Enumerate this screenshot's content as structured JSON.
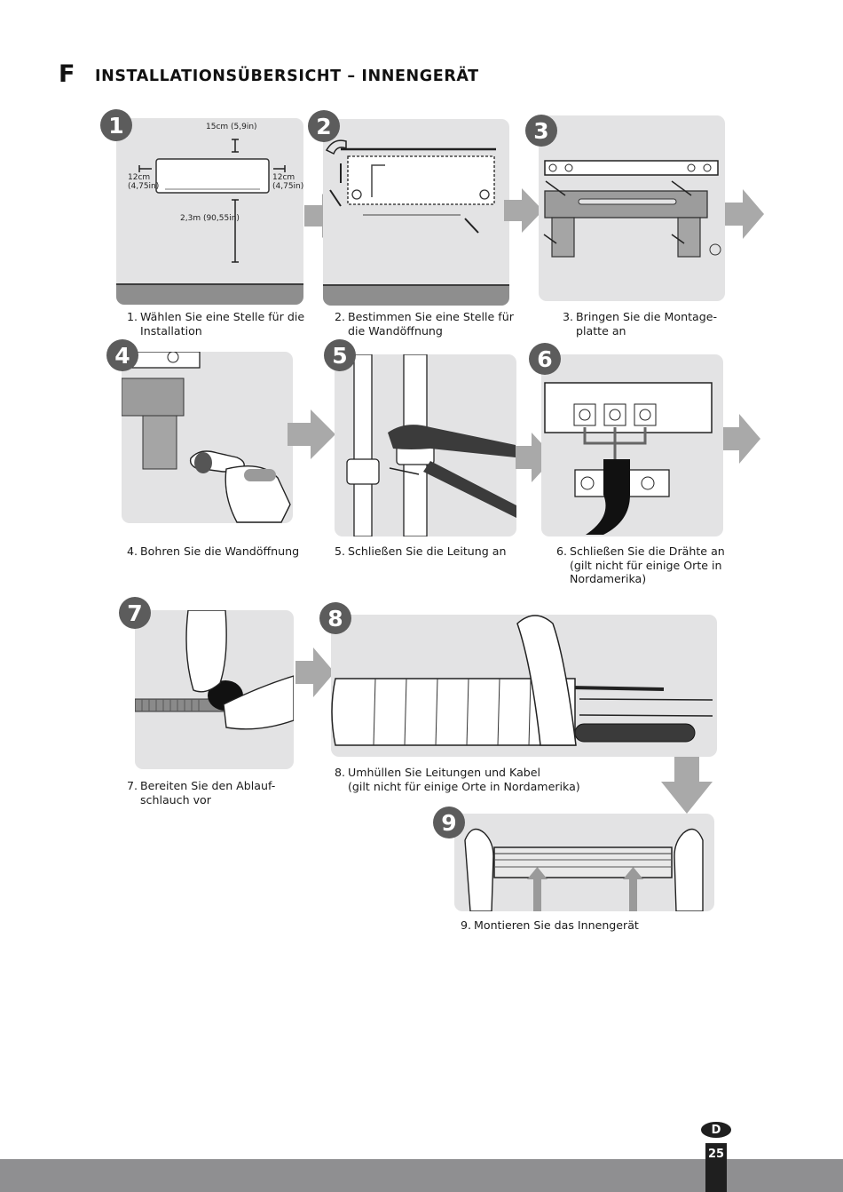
{
  "section": {
    "letter": "F",
    "title": "INSTALLATIONSÜBERSICHT – INNENGERÄT"
  },
  "steps": [
    {
      "badge": "1",
      "num": "1.",
      "line1": "Wählen Sie eine Stelle für die",
      "line2": "Installation"
    },
    {
      "badge": "2",
      "num": "2.",
      "line1": "Bestimmen Sie eine Stelle für",
      "line2": "die Wandöffnung"
    },
    {
      "badge": "3",
      "num": "3.",
      "line1": "Bringen Sie die Montage-",
      "line2": "platte an"
    },
    {
      "badge": "4",
      "num": "4.",
      "line1": "Bohren Sie die Wandöffnung",
      "line2": ""
    },
    {
      "badge": "5",
      "num": "5.",
      "line1": "Schließen Sie die Leitung an",
      "line2": ""
    },
    {
      "badge": "6",
      "num": "6.",
      "line1": "Schließen Sie die Drähte an",
      "line2": "(gilt nicht für einige Orte in",
      "line3": "Nordamerika)"
    },
    {
      "badge": "7",
      "num": "7.",
      "line1": "Bereiten Sie den Ablauf-",
      "line2": "schlauch vor"
    },
    {
      "badge": "8",
      "num": "8.",
      "line1": "Umhüllen Sie Leitungen und Kabel",
      "line2": "(gilt nicht für einige Orte in Nordamerika)"
    },
    {
      "badge": "9",
      "num": "9.",
      "line1": "Montieren Sie das Innengerät",
      "line2": ""
    }
  ],
  "measurements": {
    "top": "15cm (5,9in)",
    "left": "12cm\n(4,75in)",
    "left_a": "12cm",
    "left_b": "(4,75in)",
    "right_a": "12cm",
    "right_b": "(4,75in)",
    "bottom": "2,3m (90,55in)"
  },
  "footer": {
    "language": "D",
    "page": "25"
  },
  "colors": {
    "panel": "#e3e3e4",
    "badge": "#5c5c5c",
    "arrow": "#a9a9a9",
    "footer": "#8f8f91"
  }
}
